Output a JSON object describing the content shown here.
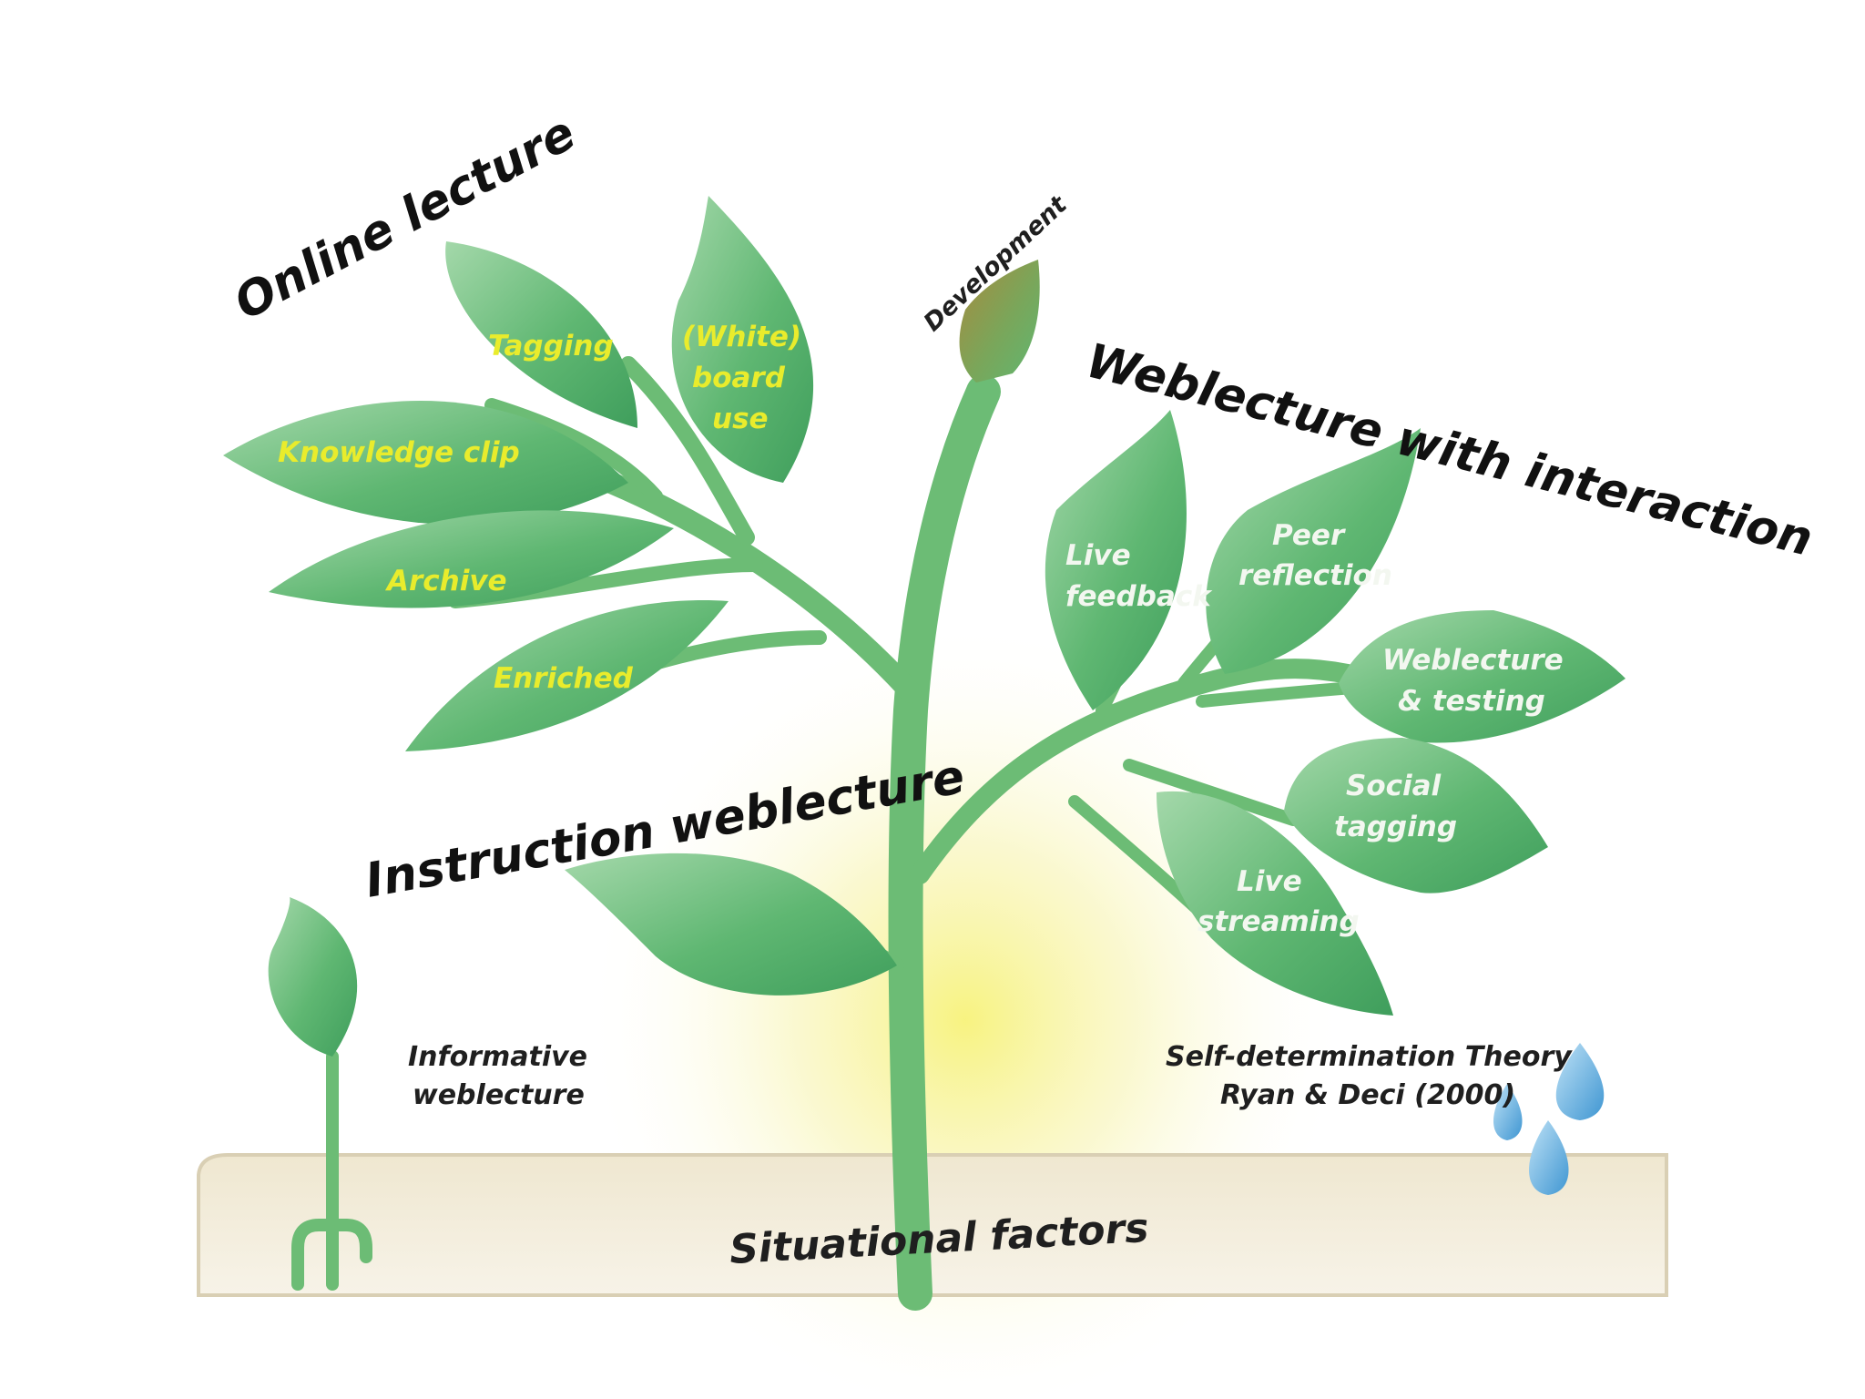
{
  "diagram": {
    "headings": {
      "online_lecture": "Online lecture",
      "weblecture_interaction": "Weblecture with interaction",
      "instruction_weblecture": "Instruction weblecture",
      "development": "Development"
    },
    "left_leaves": [
      {
        "label": "Tagging"
      },
      {
        "label_lines": [
          "(White)",
          "board",
          "use"
        ]
      },
      {
        "label": "Knowledge clip"
      },
      {
        "label": "Archive"
      },
      {
        "label": "Enriched"
      }
    ],
    "right_leaves": [
      {
        "label_lines": [
          "Live",
          "feedback"
        ]
      },
      {
        "label_lines": [
          "Peer",
          "reflection"
        ]
      },
      {
        "label_lines": [
          "Weblecture",
          "& testing"
        ]
      },
      {
        "label_lines": [
          "Social",
          "tagging"
        ]
      },
      {
        "label_lines": [
          "Live",
          "streaming"
        ]
      }
    ],
    "sprout_label": [
      "Informative",
      "weblecture"
    ],
    "theory_label": [
      "Self-determination Theory",
      "Ryan & Deci (2000)"
    ],
    "ground_label": "Situational factors",
    "colors": {
      "leaf_green": "#4fae6a",
      "leaf_light": "#87c992",
      "stem_green": "#6cbc75",
      "left_label_yellow": "#e9ec2c",
      "right_label_white": "#f3f7f0",
      "ground_beige": "#ede5d0",
      "water_blue": "#5aa9dc",
      "sun_yellow": "#f6f27a"
    },
    "icons": [
      "water-drop-icon",
      "bud-icon",
      "sprout-icon"
    ]
  }
}
